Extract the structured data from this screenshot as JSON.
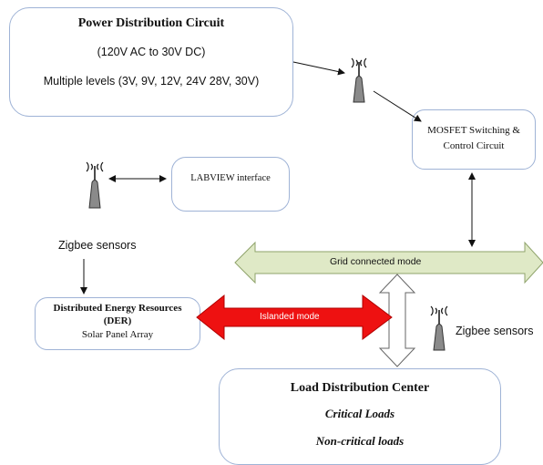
{
  "power_box": {
    "title": "Power Distribution Circuit",
    "line2": "(120V AC to 30V DC)",
    "line3": "Multiple levels (3V, 9V, 12V, 24V 28V, 30V)"
  },
  "mosfet_box": {
    "line1": "MOSFET Switching &",
    "line2": "Control Circuit"
  },
  "labview_box": {
    "label": "LABVIEW interface"
  },
  "zigbee_left": {
    "label": "Zigbee sensors"
  },
  "zigbee_right": {
    "label": "Zigbee sensors"
  },
  "der_box": {
    "line1": "Distributed Energy Resources",
    "line2": "(DER)",
    "line3": "Solar Panel Array"
  },
  "grid_arrow": {
    "label": "Grid connected mode",
    "color": "#dfe9c6"
  },
  "island_arrow": {
    "label": "Islanded mode",
    "color": "#ee1111"
  },
  "load_box": {
    "title": "Load Distribution Center",
    "line2": "Critical Loads",
    "line3": "Non-critical loads"
  },
  "icons": [
    "zigbee-antenna-icon"
  ]
}
